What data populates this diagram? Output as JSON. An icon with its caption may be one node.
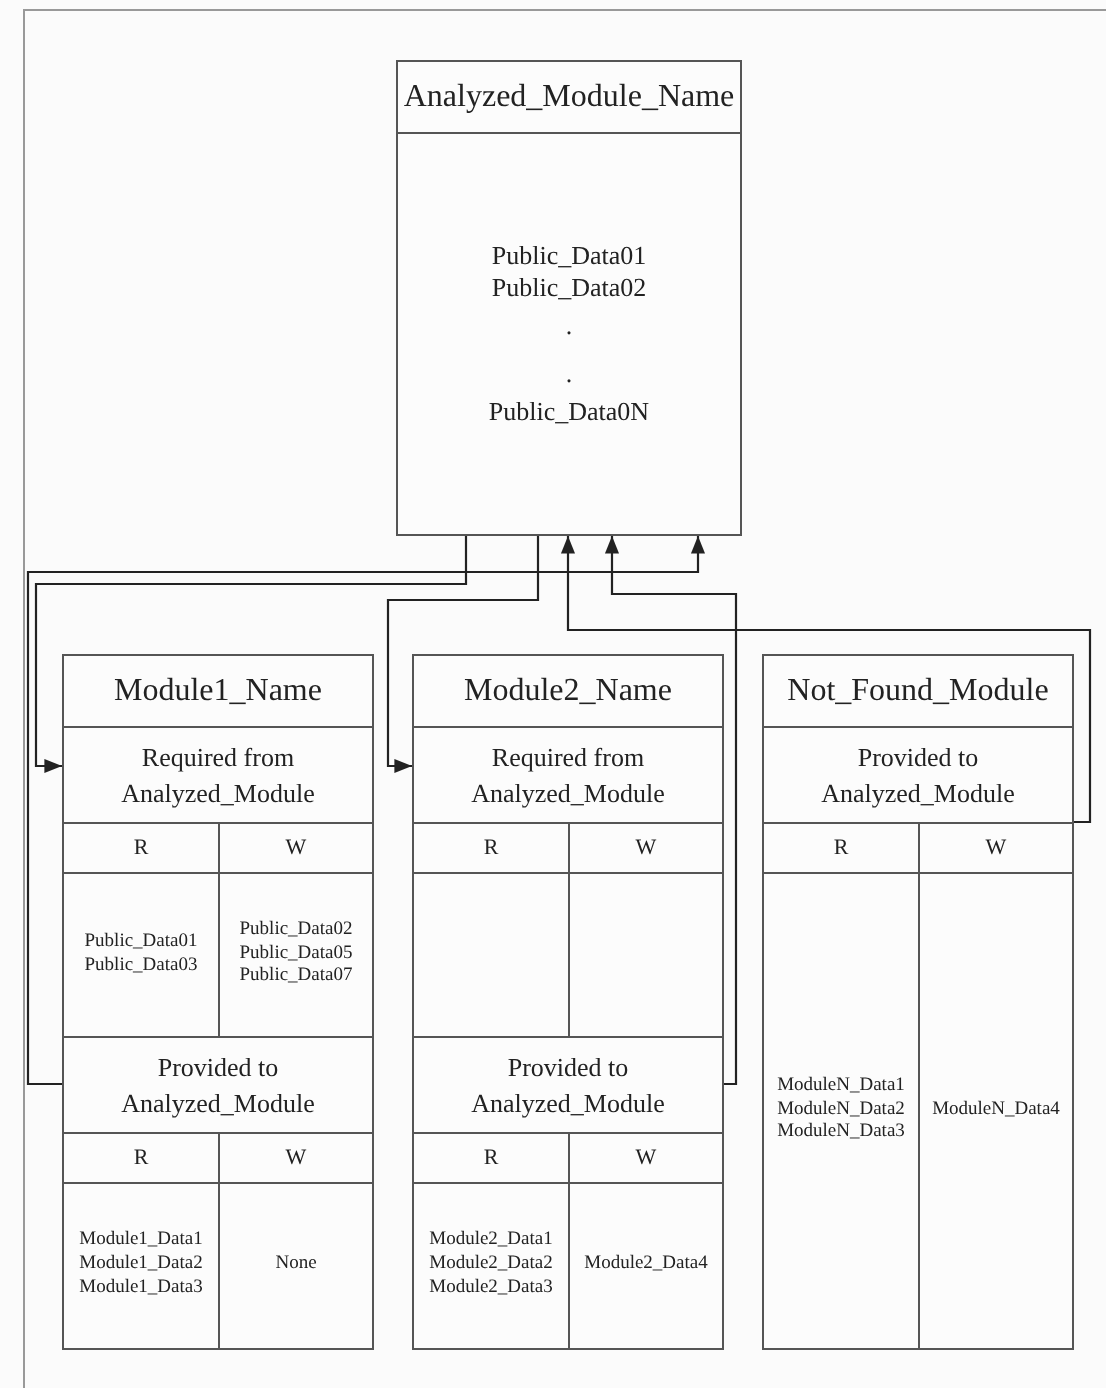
{
  "diagram": {
    "nodes": [
      {
        "text": [
          "Analyzed_Module_Name",
          "Public_Data01",
          "Public_Data02",
          ".",
          ".",
          "Public_Data0N"
        ]
      },
      {
        "text": [
          "Module1_Name"
        ]
      },
      {
        "text": [
          "Required from Analyzed_Module",
          "R",
          "W",
          "Public_Data01 Public_Data03",
          "Public_Data02 Public_Data05 Public_Data07"
        ],
        "in": 1
      },
      {
        "text": [
          "Provided to Analyzed_Module",
          "R",
          "W",
          "Module1_Data1 Module1_Data2 Module1_Data3",
          "None"
        ],
        "in": 1
      },
      {
        "text": [
          "Module2_Name"
        ]
      },
      {
        "text": [
          "Required from Analyzed_Module",
          "R",
          "W"
        ],
        "in": 4
      },
      {
        "text": [
          "Provided to Analyzed_Module",
          "R",
          "W",
          "Module2_Data1 Module2_Data2 Module2_Data3",
          "Module2_Data4"
        ],
        "in": 4
      },
      {
        "text": [
          "Not_Found_Module"
        ]
      },
      {
        "text": [
          "Provided to Analyzed_Module",
          "R",
          "W",
          "ModuleN_Data1 ModuleN_Data2 ModuleN_Data3",
          "ModuleN_Data4"
        ],
        "in": 7
      }
    ],
    "edges": [
      {
        "from": 0,
        "to": 2,
        "arrow": "to"
      },
      {
        "from": 0,
        "to": 5,
        "arrow": "to"
      },
      {
        "from": 8,
        "to": 0,
        "arrow": "to"
      },
      {
        "from": 6,
        "to": 0,
        "arrow": "to"
      },
      {
        "from": 3,
        "to": 0,
        "arrow": "to"
      }
    ]
  }
}
